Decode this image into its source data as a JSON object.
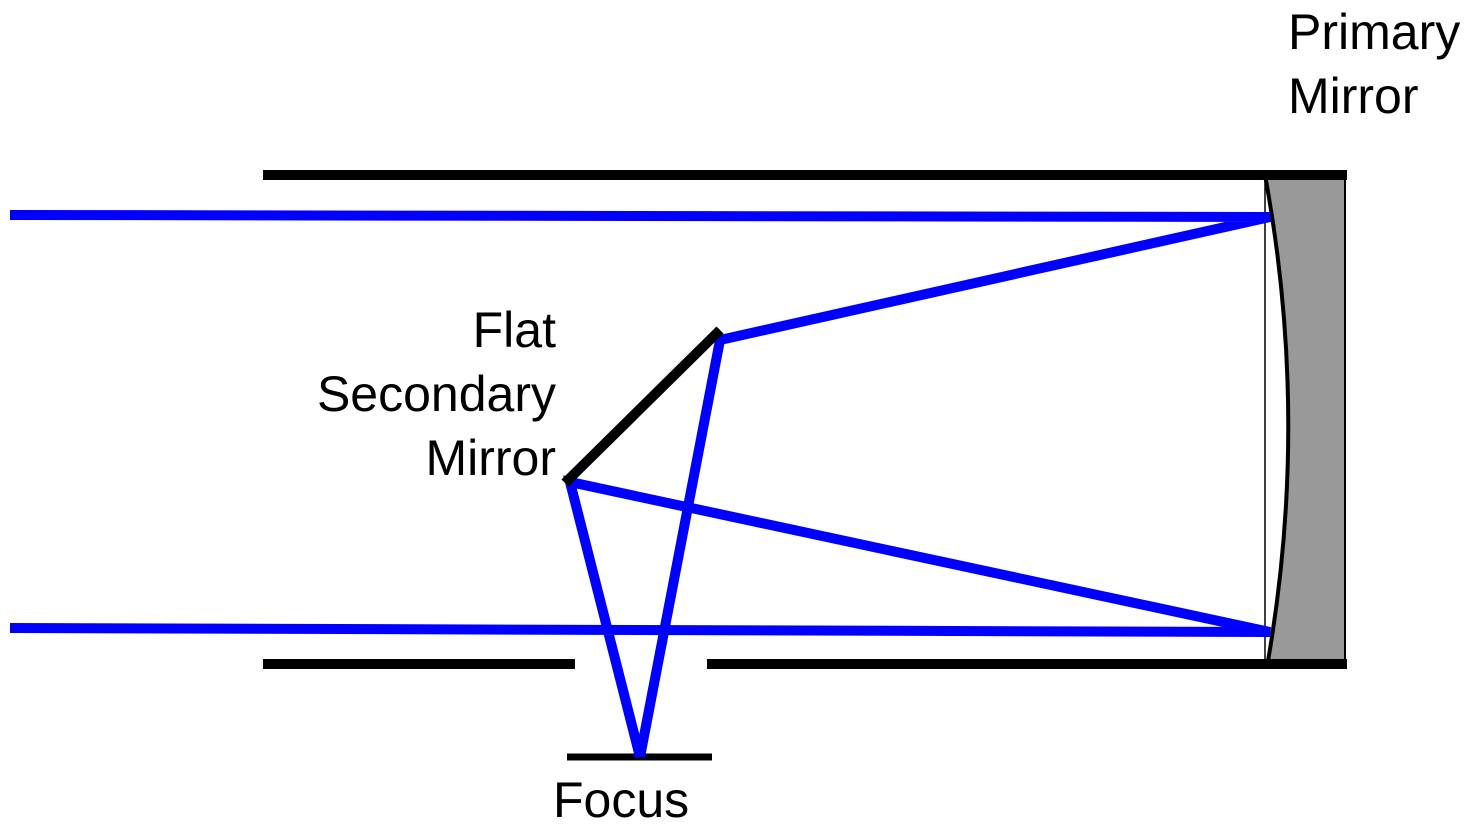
{
  "labels": {
    "primary_mirror": [
      "Primary",
      "Mirror"
    ],
    "secondary_mirror": [
      "Flat",
      "Secondary",
      "Mirror"
    ],
    "focus": "Focus"
  },
  "colors": {
    "tube": "#000000",
    "light_ray": "#0000ff",
    "primary_mirror_fill": "#999999",
    "background": "#ffffff"
  }
}
